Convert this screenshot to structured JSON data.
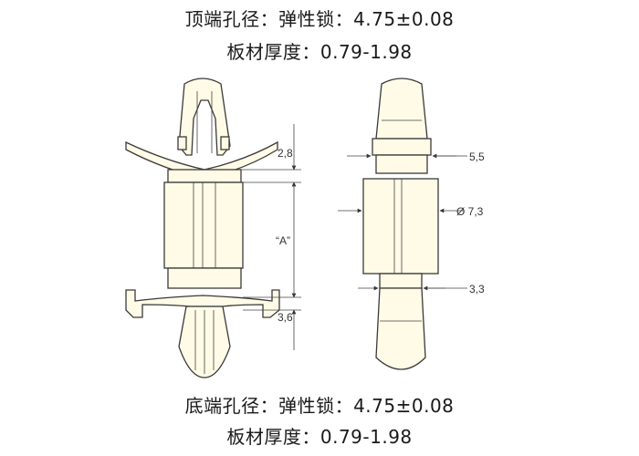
{
  "top_spec": {
    "hole_line": "顶端孔径：弹性锁：4.75±0.08",
    "thickness_line": "板材厚度：0.79-1.98"
  },
  "bottom_spec": {
    "hole_line": "底端孔径：弹性锁：4.75±0.08",
    "thickness_line": "板材厚度：0.79-1.98"
  },
  "front_view_dims": {
    "top_gap": "2,8",
    "length": "“A”",
    "bottom_gap": "3,6"
  },
  "side_view_dims": {
    "neck_width": "5,5",
    "body_diameter": "Ø 7,3",
    "lower_neck": "3,3"
  },
  "colors": {
    "part_fill": "#fffbe6",
    "outline": "#3a3a3a"
  }
}
